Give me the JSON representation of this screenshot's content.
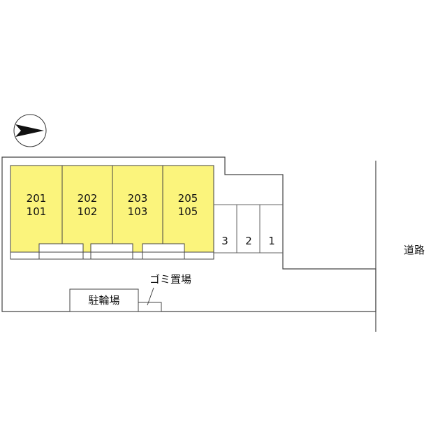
{
  "units": [
    {
      "upper": "201",
      "lower": "101"
    },
    {
      "upper": "202",
      "lower": "102"
    },
    {
      "upper": "203",
      "lower": "103"
    },
    {
      "upper": "205",
      "lower": "105"
    }
  ],
  "parking": [
    "3",
    "2",
    "1"
  ],
  "labels": {
    "road": "道路",
    "garbage": "ゴミ置場",
    "bicycle": "駐輪場"
  },
  "colors": {
    "unit_fill": "#fbf47c",
    "line": "#444444",
    "background": "#ffffff"
  },
  "compass": {
    "direction": "north-right",
    "icon": "north-arrow-icon"
  }
}
